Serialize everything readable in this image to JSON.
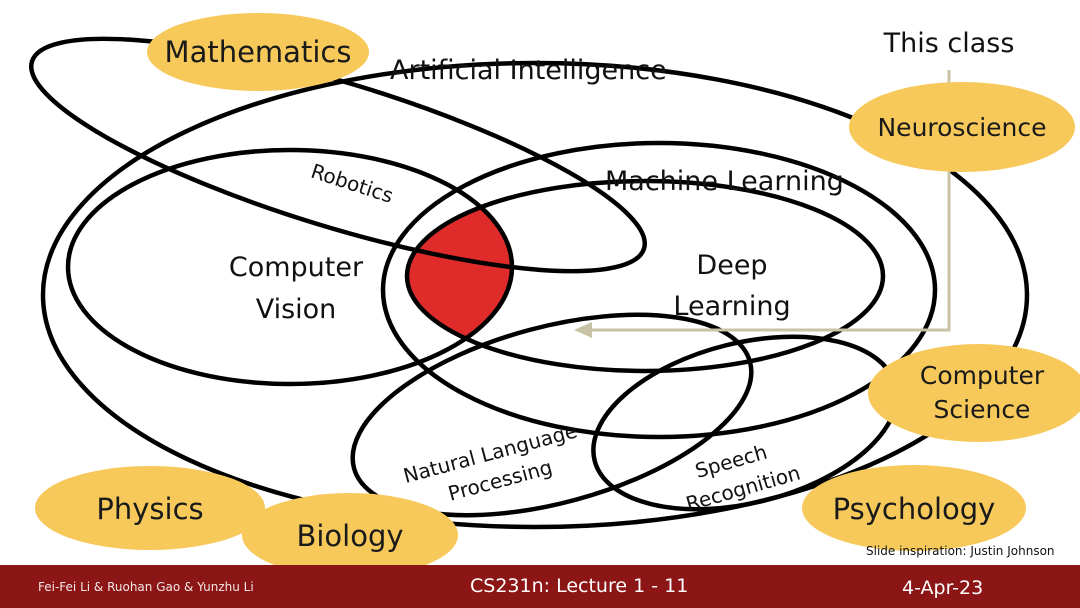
{
  "diagram": {
    "regions": {
      "artificial_intelligence": "Artificial Intelligence",
      "machine_learning": "Machine Learning",
      "deep_learning_line1": "Deep",
      "deep_learning_line2": "Learning",
      "computer_vision_line1": "Computer",
      "computer_vision_line2": "Vision",
      "robotics": "Robotics",
      "nlp_line1": "Natural Language",
      "nlp_line2": "Processing",
      "speech_line1": "Speech",
      "speech_line2": "Recognition"
    },
    "fields": {
      "mathematics": "Mathematics",
      "neuroscience": "Neuroscience",
      "computer_science_line1": "Computer",
      "computer_science_line2": "Science",
      "physics": "Physics",
      "biology": "Biology",
      "psychology": "Psychology"
    },
    "callout": "This class",
    "colors": {
      "highlight": "#e02b2b",
      "field_bubble": "#f6c95a",
      "outline": "#000000",
      "callout_line": "#c8c3a6",
      "footer_bar": "#8c1515"
    }
  },
  "credit": "Slide inspiration: Justin Johnson",
  "footer": {
    "authors": "Fei-Fei Li & Ruohan Gao & Yunzhu Li",
    "lecture": "CS231n: Lecture 1 - ",
    "page": "11",
    "date": "4-Apr-23"
  }
}
